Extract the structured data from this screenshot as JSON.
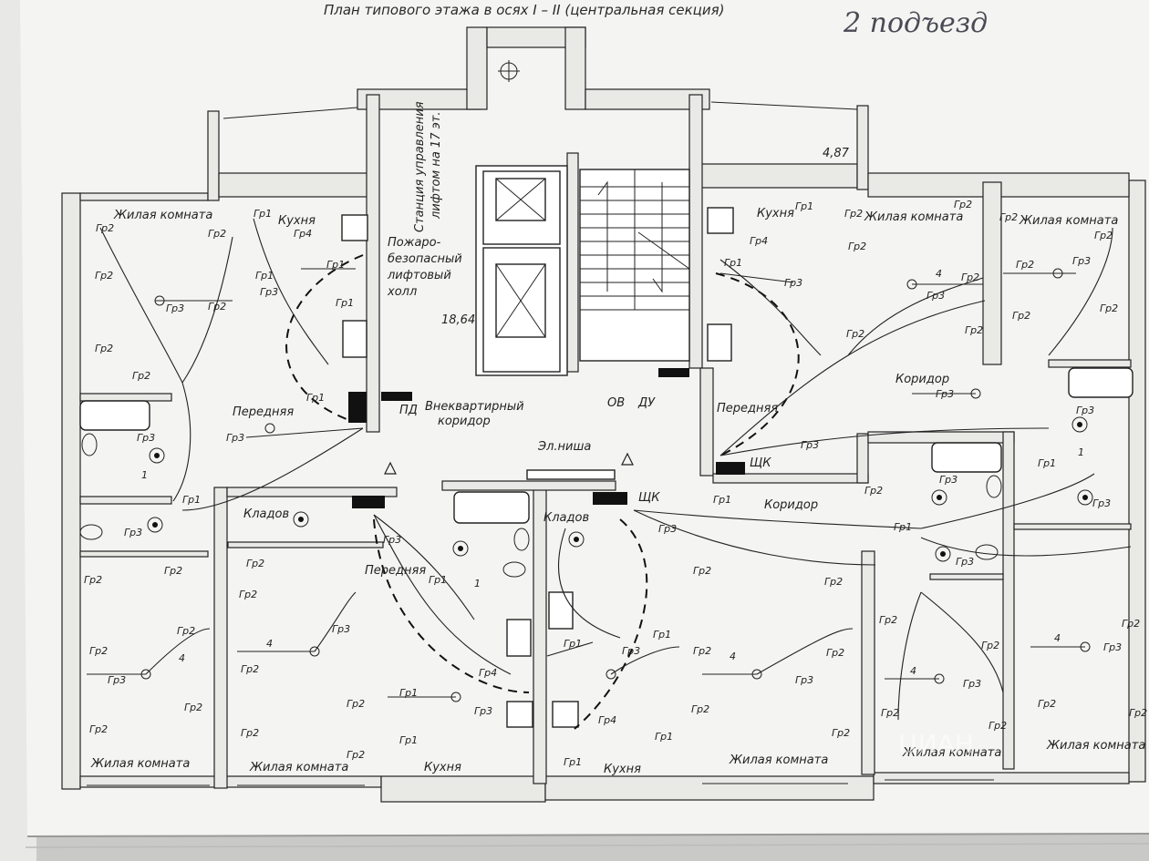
{
  "header": {
    "title": "План типового этажа в осях I – II (центральная секция)",
    "handwritten_note": "2 подъезд"
  },
  "watermark": "ЦИАН",
  "areas": {
    "lift_hall": "18,64",
    "dimension_top": "4,87"
  },
  "rooms": {
    "living_top_left": "Жилая комната",
    "kitchen_top_left": "Кухня",
    "lift_hall_l1": "Пожаро-",
    "lift_hall_l2": "безопасный",
    "lift_hall_l3": "лифтовый",
    "lift_hall_l4": "холл",
    "station_l1": "Станция управления",
    "station_l2": "лифтом на 17 эт.",
    "corridor_l1": "Внеквартирный",
    "corridor_l2": "коридор",
    "kitchen_top_right": "Кухня",
    "living_top_right_1": "Жилая комната",
    "living_top_right_2": "Жилая комната",
    "corridor_right": "Коридор",
    "hall_left": "Передняя",
    "hall_right": "Передняя",
    "hall_center": "Передняя",
    "el_niche": "Эл.ниша",
    "pantry_left": "Кладов",
    "pantry_center": "Кладов",
    "corridor_right_lower": "Коридор",
    "living_bottom_1": "Жилая комната",
    "living_bottom_2": "Жилая комната",
    "kitchen_bottom_1": "Кухня",
    "kitchen_bottom_2": "Кухня",
    "living_bottom_3": "Жилая комната",
    "living_bottom_4": "Жилая комната",
    "living_bottom_5": "Жилая комната"
  },
  "marks": {
    "pd": "ПД",
    "ov": "ОВ",
    "du": "ДУ",
    "shk1": "ЩК",
    "shk2": "ЩК",
    "gr1": "Гр1",
    "gr2": "Гр2",
    "gr3": "Гр3",
    "gr4": "Гр4",
    "n1": "1",
    "n4": "4"
  },
  "colors": {
    "paper": "#f4f4f2",
    "ink": "#222222",
    "desk": "#c9c9c7"
  }
}
